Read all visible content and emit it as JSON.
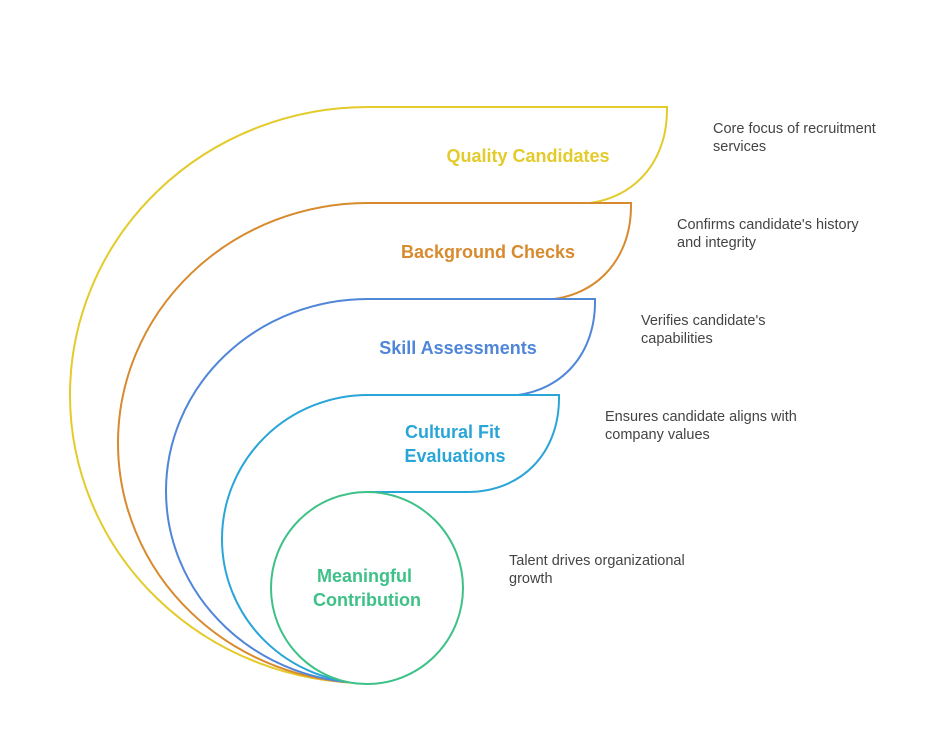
{
  "layers": [
    {
      "id": "quality",
      "label_lines": [
        "Quality Candidates"
      ],
      "description_lines": [
        "Core focus of recruitment",
        "services"
      ],
      "color": "#e3cb2b"
    },
    {
      "id": "background",
      "label_lines": [
        "Background Checks"
      ],
      "description_lines": [
        "Confirms candidate's history",
        "and integrity"
      ],
      "color": "#d88a2e"
    },
    {
      "id": "skill",
      "label_lines": [
        "Skill Assessments"
      ],
      "description_lines": [
        "Verifies candidate's",
        "capabilities"
      ],
      "color": "#4f86d8"
    },
    {
      "id": "cultural",
      "label_lines": [
        "Cultural Fit",
        "Evaluations"
      ],
      "description_lines": [
        "Ensures candidate aligns with",
        "company values"
      ],
      "color": "#2aa5d8"
    },
    {
      "id": "meaningful",
      "label_lines": [
        "Meaningful",
        "Contribution"
      ],
      "description_lines": [
        "Talent drives organizational",
        "growth"
      ],
      "color": "#3ec187"
    }
  ]
}
